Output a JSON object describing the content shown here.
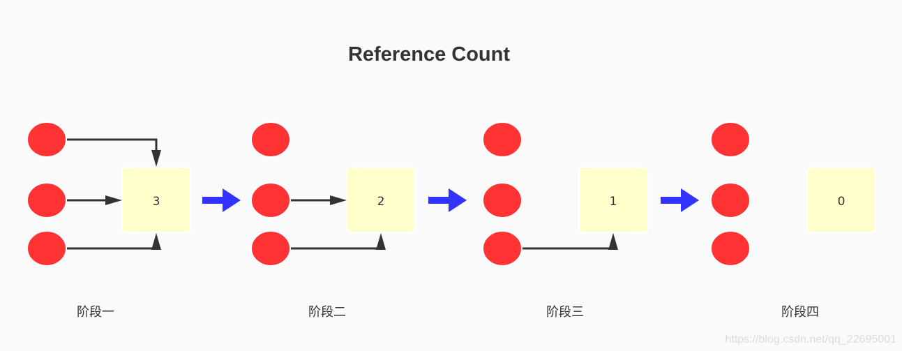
{
  "title": "Reference Count",
  "colors": {
    "object": "#ff3333",
    "box": "#ffffcc",
    "reference_line": "#333333",
    "transition_arrow": "#3333ff"
  },
  "stages": [
    {
      "label": "阶段一",
      "count": "3",
      "references": [
        "top",
        "middle",
        "bottom"
      ]
    },
    {
      "label": "阶段二",
      "count": "2",
      "references": [
        "middle",
        "bottom"
      ]
    },
    {
      "label": "阶段三",
      "count": "1",
      "references": [
        "bottom"
      ]
    },
    {
      "label": "阶段四",
      "count": "0",
      "references": []
    }
  ],
  "watermark": "https://blog.csdn.net/qq_22695001"
}
